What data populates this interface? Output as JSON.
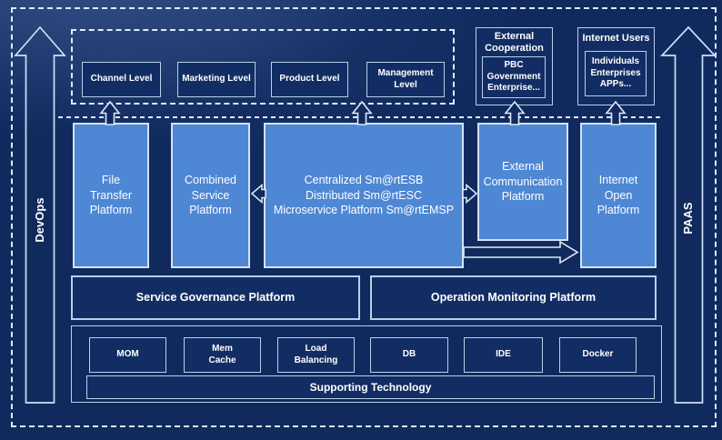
{
  "rails": {
    "devops": "DevOps",
    "paas": "PAAS"
  },
  "top_band": {
    "levels": [
      "Channel Level",
      "Marketing Level",
      "Product Level",
      "Management Level"
    ]
  },
  "external_cooperation": {
    "title": "External\nCooperation",
    "content": "PBC Government\nEnterprise..."
  },
  "internet_users": {
    "title": "Internet Users",
    "content": "Individuals\nEnterprises\nAPPs..."
  },
  "platforms": {
    "file_transfer": "File\nTransfer\nPlatform",
    "combined_service": "Combined\nService\nPlatform",
    "esb": "Centralized Sm@rtESB\nDistributed Sm@rtESC\nMicroservice Platform Sm@rtEMSP",
    "external_communication": "External\nCommunication\nPlatform",
    "internet_open": "Internet\nOpen\nPlatform"
  },
  "governance": {
    "service_governance": "Service Governance Platform",
    "operation_monitoring": "Operation Monitoring Platform"
  },
  "technology": {
    "items": [
      "MOM",
      "Mem\nCache",
      "Load\nBalancing",
      "DB",
      "IDE",
      "Docker"
    ],
    "supporting": "Supporting Technology"
  },
  "colors": {
    "background": "#112a5e",
    "platform_blue": "#4e87d3",
    "box_dark": "#122d63",
    "border_light": "#b9cfe9",
    "dashed_line": "#dfe9f7",
    "arrow_outline": "#cfe0f4",
    "text": "#ffffff"
  }
}
